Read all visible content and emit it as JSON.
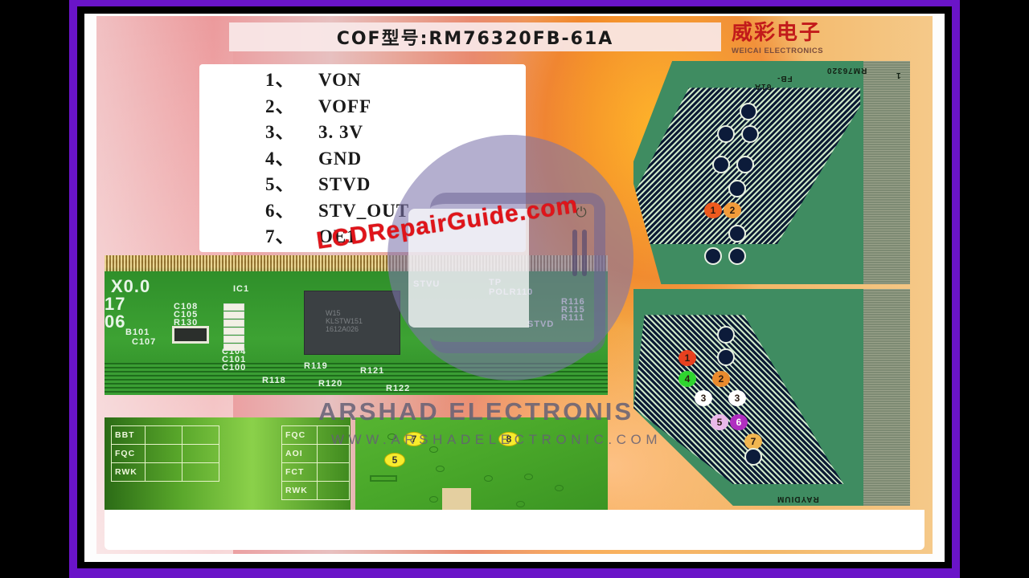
{
  "title": "COF型号:RM76320FB-61A",
  "brand": {
    "name_cn": "威彩电子",
    "name_en": "WEICAI ELECTRONICS",
    "color": "#c21b1b"
  },
  "pin_list": [
    {
      "num": "1、",
      "label": "VON"
    },
    {
      "num": "2、",
      "label": "VOFF"
    },
    {
      "num": "3、",
      "label": "3. 3V"
    },
    {
      "num": "4、",
      "label": "GND"
    },
    {
      "num": "5、",
      "label": "STVD"
    },
    {
      "num": "6、",
      "label": "STV_OUT"
    },
    {
      "num": "7、",
      "label": "OE1"
    }
  ],
  "pcb_main": {
    "big_labels": [
      "X0.0",
      "17",
      "06"
    ],
    "component_labels": {
      "ic": "IC1",
      "left": [
        "C108",
        "C105",
        "R130"
      ],
      "bead": "B101",
      "c107": "C107",
      "bottom": [
        "C104",
        "C101",
        "C100"
      ],
      "resistors": [
        "R119",
        "R121",
        "R118",
        "R120",
        "R122"
      ],
      "right": [
        "TP",
        "POLR110",
        "R116",
        "R115",
        "R111",
        "STVD",
        "STVU"
      ]
    },
    "chip_marking": [
      "W15",
      "KLSTW151",
      "1612A026"
    ]
  },
  "grid_left": [
    [
      "BBT",
      "",
      ""
    ],
    [
      "FQC",
      "",
      ""
    ],
    [
      "RWK",
      "",
      ""
    ]
  ],
  "grid_right": [
    [
      "FQC",
      ""
    ],
    [
      "AOI",
      ""
    ],
    [
      "FCT",
      ""
    ],
    [
      "RWK",
      ""
    ]
  ],
  "pcb_test_points": [
    "7",
    "8",
    "5"
  ],
  "cof_top": {
    "markings": [
      "RM76320",
      "FB-",
      "61A",
      "1"
    ],
    "numbered_pads": [
      "1",
      "2"
    ]
  },
  "cof_bottom": {
    "marking": "RAYDIUM",
    "numbered_pads": [
      {
        "n": "1",
        "color": "#e8401f"
      },
      {
        "n": "4",
        "color": "#2fd52f"
      },
      {
        "n": "2",
        "color": "#e98a2d"
      },
      {
        "n": "3",
        "color": "#ffffff"
      },
      {
        "n": "3",
        "color": "#ffffff"
      },
      {
        "n": "5",
        "color": "#e9b8ea"
      },
      {
        "n": "6",
        "color": "#b02fc0"
      },
      {
        "n": "7",
        "color": "#f1b650"
      }
    ]
  },
  "watermarks": {
    "site": "LCDRepairGuide.com",
    "channel": "ARSHAD ELECTRONIS",
    "url": "WWW.ARSHADELECTRONIC.COM",
    "power_icon": "power-icon"
  },
  "colors": {
    "frame": "#6a14c8",
    "watermark_red": "#e0141a",
    "pcb_green": "#3da233",
    "cof_green": "#3f8c61"
  }
}
